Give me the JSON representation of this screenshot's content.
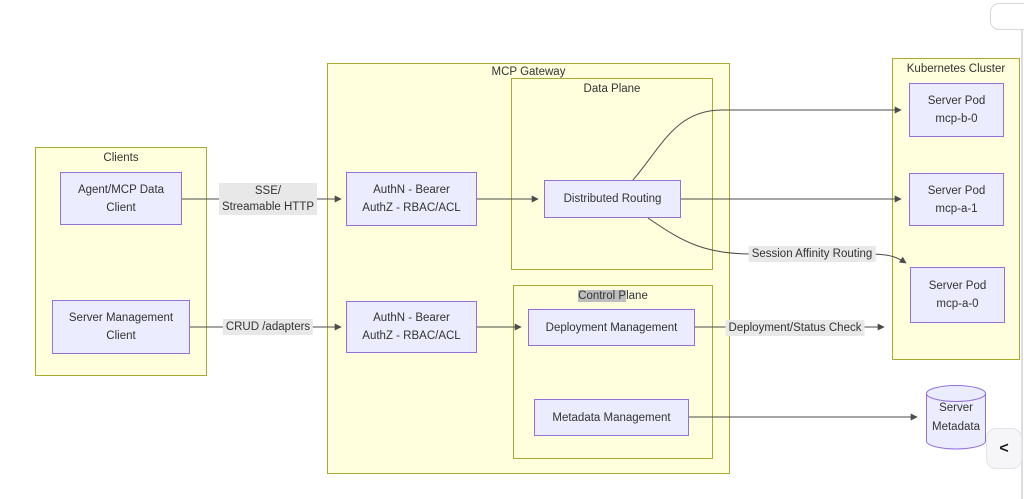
{
  "diagram": {
    "clusters": {
      "clients": {
        "label": "Clients"
      },
      "mcp_gateway": {
        "label": "MCP Gateway"
      },
      "data_plane": {
        "label": "Data Plane"
      },
      "control_plane": {
        "label_highlighted": "Control ",
        "label_rest": "Plane"
      },
      "kubernetes_cluster": {
        "label": "Kubernetes Cluster"
      }
    },
    "nodes": {
      "agent_mcp_data_client": {
        "line1": "Agent/MCP Data",
        "line2": "Client"
      },
      "server_management_client": {
        "line1": "Server Management",
        "line2": "Client"
      },
      "auth_data_plane": {
        "line1": "AuthN - Bearer",
        "line2": "AuthZ - RBAC/ACL"
      },
      "auth_control_plane": {
        "line1": "AuthN - Bearer",
        "line2": "AuthZ - RBAC/ACL"
      },
      "distributed_routing": {
        "label": "Distributed Routing"
      },
      "deployment_management": {
        "label": "Deployment Management"
      },
      "metadata_management": {
        "label": "Metadata Management"
      },
      "server_pod_b0": {
        "line1": "Server Pod",
        "line2": "mcp-b-0"
      },
      "server_pod_a1": {
        "line1": "Server Pod",
        "line2": "mcp-a-1"
      },
      "server_pod_a0": {
        "line1": "Server Pod",
        "line2": "mcp-a-0"
      },
      "server_metadata": {
        "line1": "Server",
        "line2": "Metadata"
      }
    },
    "edge_labels": {
      "sse_streamable": {
        "line1": "SSE/",
        "line2": "Streamable HTTP"
      },
      "crud_adapters": {
        "label": "CRUD /adapters"
      },
      "session_affinity": {
        "label": "Session Affinity Routing"
      },
      "deployment_status": {
        "label": "Deployment/Status Check"
      }
    },
    "colors": {
      "cluster_fill": "#ffffde",
      "cluster_border": "#aaaa33",
      "node_fill": "#ececff",
      "node_border": "#9370db",
      "edge_stroke": "#4b4b4b",
      "edge_label_bg": "#e8e8e8",
      "selection_highlight": "#bdbdbd",
      "text": "#333333"
    }
  },
  "side_panel": {
    "collapse_button_glyph": "<"
  }
}
